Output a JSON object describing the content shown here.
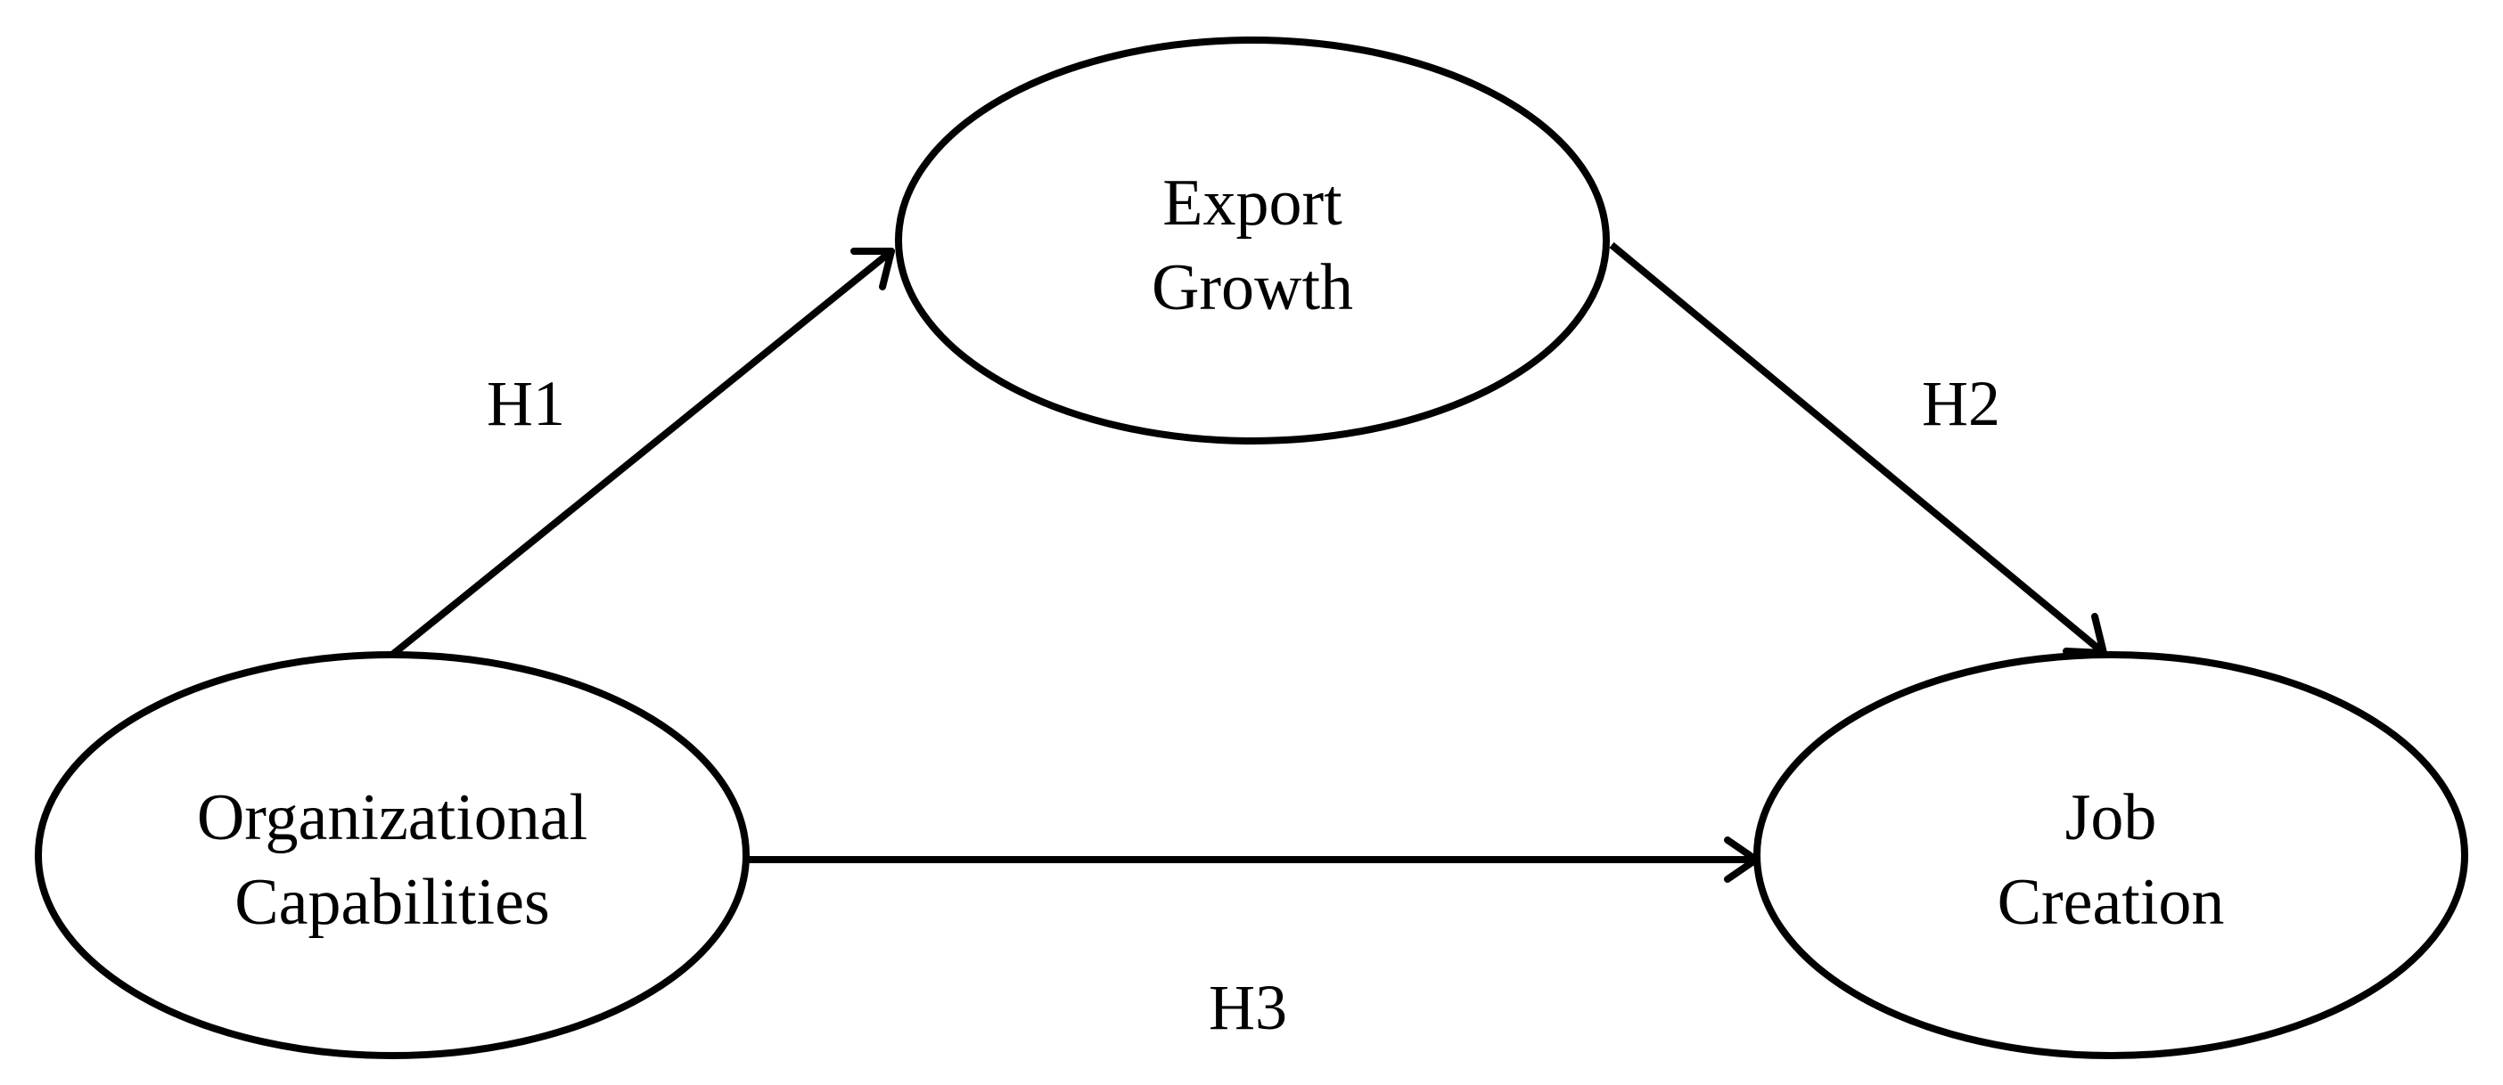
{
  "nodes": {
    "export_growth": {
      "line1": "Export",
      "line2": "Growth"
    },
    "organizational_capabilities": {
      "line1": "Organizational",
      "line2": "Capabilities"
    },
    "job_creation": {
      "line1": "Job",
      "line2": "Creation"
    }
  },
  "edges": {
    "h1": {
      "label": "H1",
      "from": "Organizational Capabilities",
      "to": "Export Growth"
    },
    "h2": {
      "label": "H2",
      "from": "Export Growth",
      "to": "Job Creation"
    },
    "h3": {
      "label": "H3",
      "from": "Organizational Capabilities",
      "to": "Job Creation"
    }
  },
  "colors": {
    "stroke": "#000000",
    "background": "#ffffff"
  }
}
